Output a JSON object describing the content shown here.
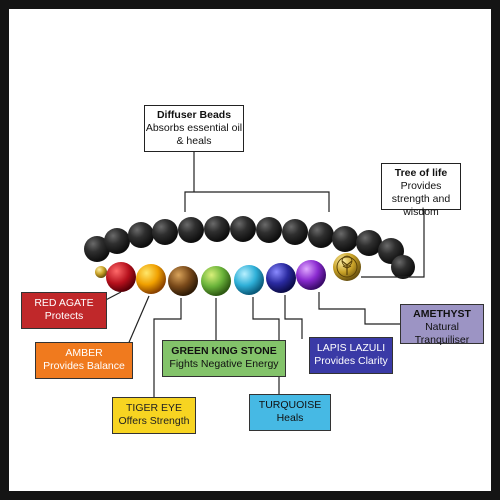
{
  "labels": {
    "diffuser": {
      "title": "Diffuser Beads",
      "desc": "Absorbs essential oil & heals"
    },
    "tree": {
      "title": "Tree of life",
      "desc": "Provides strength and wisdom"
    },
    "red_agate": {
      "title": "RED AGATE",
      "desc": "Protects"
    },
    "amber": {
      "title": "AMBER",
      "desc": "Provides Balance"
    },
    "tiger_eye": {
      "title": "TIGER EYE",
      "desc": "Offers Strength"
    },
    "green_king_stone": {
      "title": "GREEN KING STONE",
      "desc": "Fights Negative Energy"
    },
    "turquoise": {
      "title": "TURQUOISE",
      "desc": "Heals"
    },
    "lapis_lazuli": {
      "title": "LAPIS LAZULI",
      "desc": "Provides Clarity"
    },
    "amethyst": {
      "title": "AMETHYST",
      "desc": "Natural Tranquiliser"
    }
  },
  "colors": {
    "red_agate": "#c0282a",
    "amber": "#f07a1e",
    "tiger_eye": "#f7d421",
    "green_king_stone": "#83c36a",
    "turquoise": "#46b9e4",
    "lapis_lazuli": "#3a3aa6",
    "amethyst": "#9c94c4",
    "lava": "#2b2b2b",
    "gold": "#c9a227"
  }
}
